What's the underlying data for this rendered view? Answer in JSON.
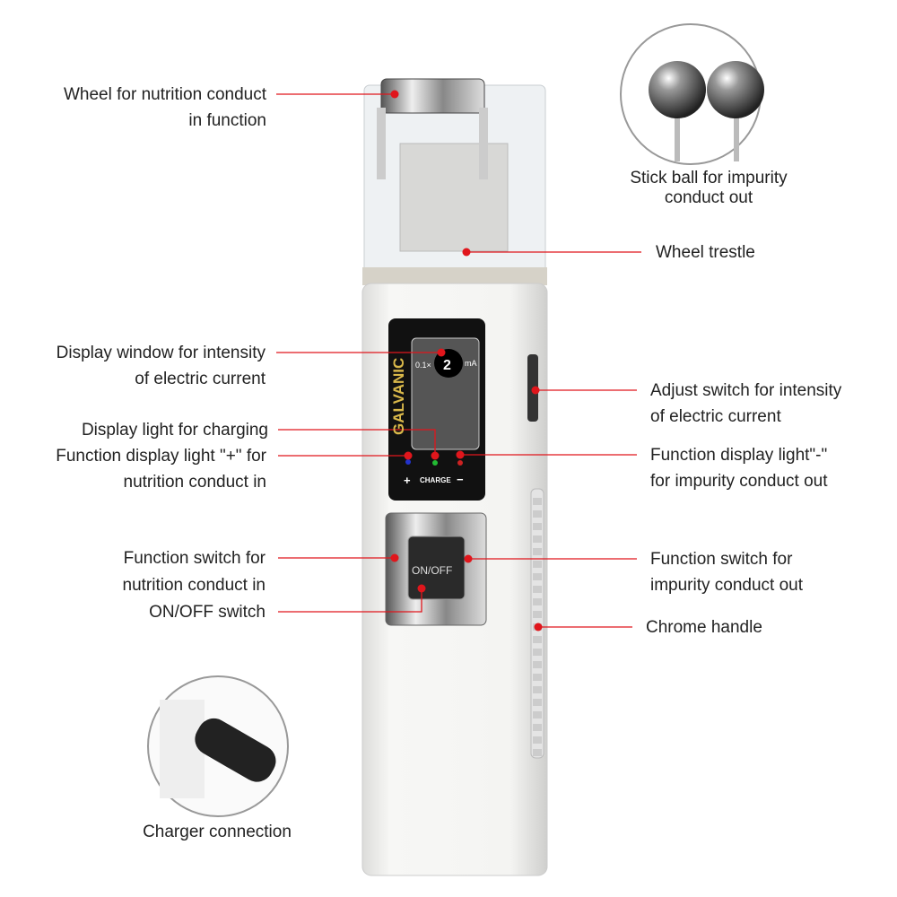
{
  "device": {
    "brand_text": "GALVANIC",
    "display_multiplier": "0.1×",
    "display_value": "2",
    "display_unit": "mA",
    "plus_label": "+",
    "charge_label": "CHARGE",
    "minus_label": "−",
    "button_label": "ON/OFF",
    "body_color": "#f2f2f0",
    "screen_color": "#111111",
    "led_colors": [
      "#2233cc",
      "#22bb33",
      "#cc2222"
    ]
  },
  "callout_color": "#e0161c",
  "labels": {
    "wheel": [
      "Wheel for nutrition conduct",
      "in function"
    ],
    "stick_ball": [
      "Stick ball for impurity",
      "conduct out"
    ],
    "wheel_trestle": [
      "Wheel trestle"
    ],
    "display_window": [
      "Display window for intensity",
      "of electric current"
    ],
    "charge_light": [
      "Display light for charging"
    ],
    "plus_light": [
      "Function display light \"+\" for",
      "nutrition conduct in"
    ],
    "adjust_switch": [
      "Adjust switch for intensity",
      "of electric current"
    ],
    "minus_light": [
      "Function display light\"-\"",
      "for impurity conduct out"
    ],
    "plus_switch": [
      "Function switch for",
      "nutrition conduct in",
      "ON/OFF switch"
    ],
    "minus_switch": [
      "Function switch for",
      "impurity conduct out"
    ],
    "chrome_handle": [
      "Chrome handle"
    ],
    "charger": [
      "Charger connection"
    ]
  }
}
